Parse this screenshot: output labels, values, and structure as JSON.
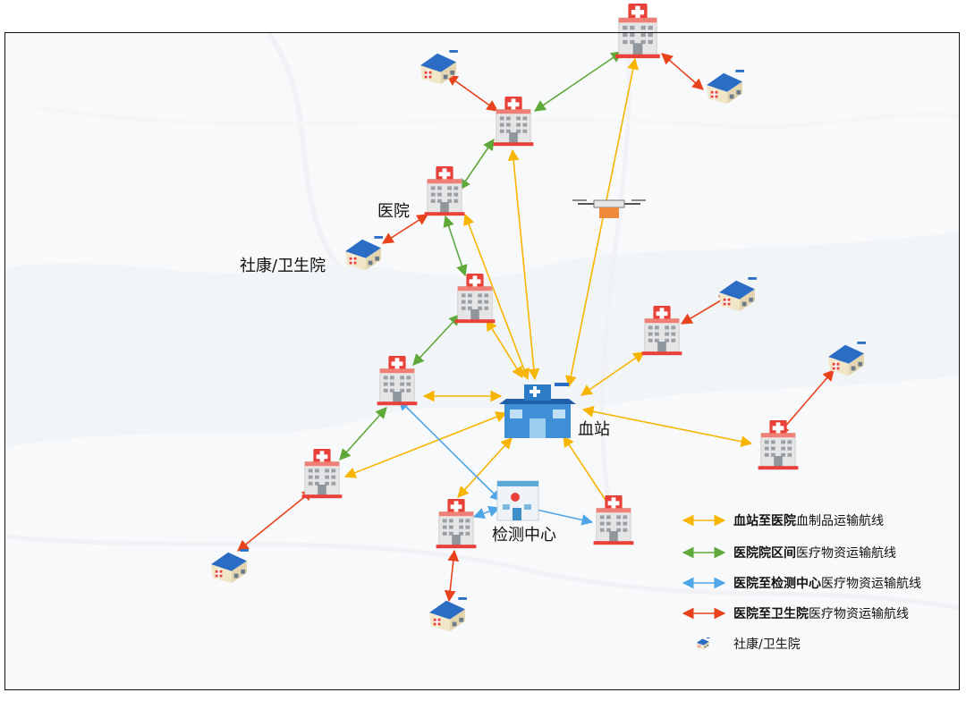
{
  "labels": {
    "hospital": "医院",
    "clinic": "社康/卫生院",
    "blood_station": "血站",
    "test_center": "检测中心"
  },
  "legend": [
    {
      "bold": "血站至医院",
      "rest": "血制品运输航线",
      "color": "#f7b500"
    },
    {
      "bold": "医院院区间",
      "rest": "医疗物资运输航线",
      "color": "#5fa83a"
    },
    {
      "bold": "医院至检测中心",
      "rest": "医疗物资运输航线",
      "color": "#4ea6e6"
    },
    {
      "bold": "医院至卫生院",
      "rest": "医疗物资运输航线",
      "color": "#e8431c"
    },
    {
      "bold": "",
      "rest": "社康/卫生院",
      "icon": "clinic-icon"
    }
  ],
  "colors": {
    "blood_to_hospital": "#f7b500",
    "hospital_to_hospital": "#5fa83a",
    "hospital_to_test": "#4ea6e6",
    "hospital_to_clinic": "#e8431c"
  }
}
